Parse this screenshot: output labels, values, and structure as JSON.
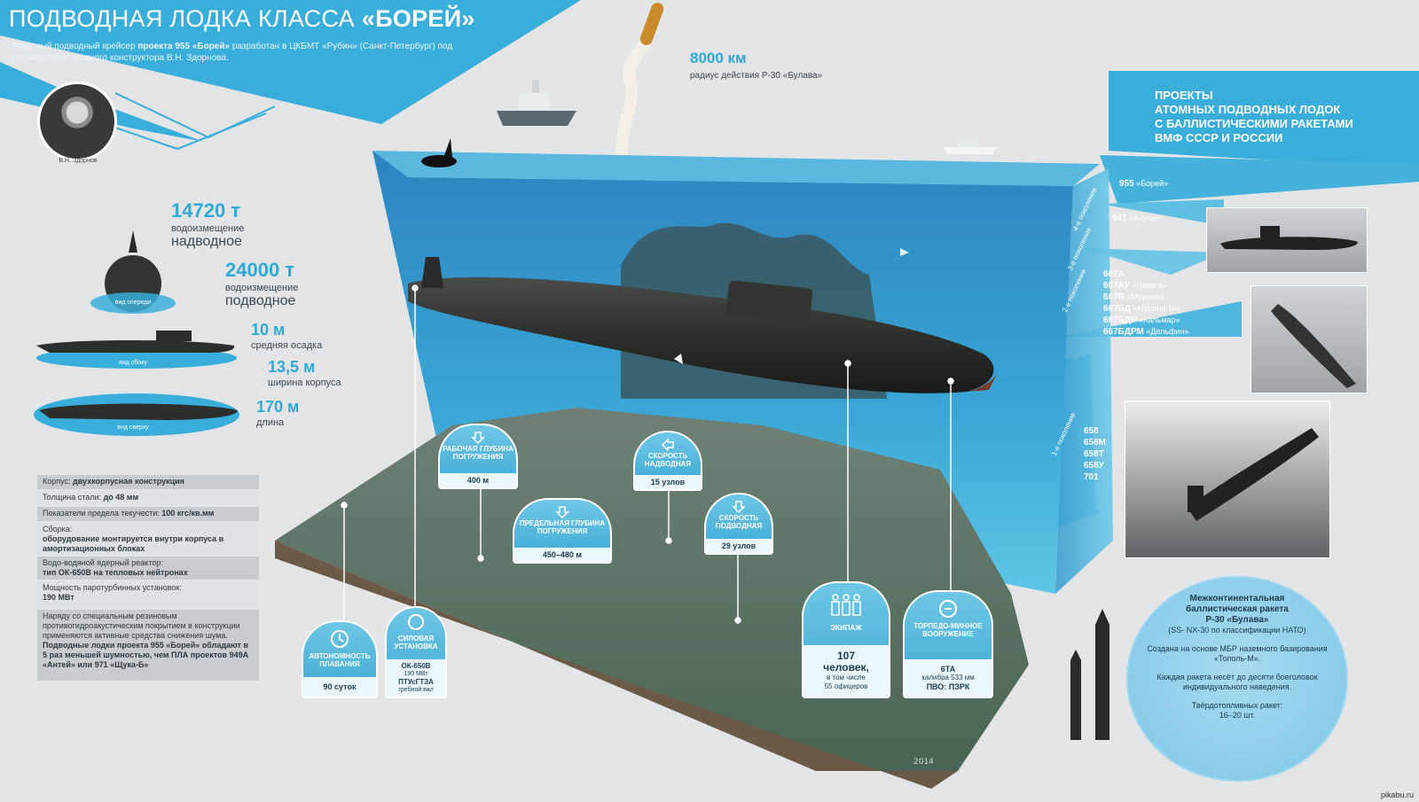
{
  "header": {
    "title_prefix": "ПОДВОДНАЯ ЛОДКА КЛАССА ",
    "title_bold": "«БОРЕЙ»",
    "desc_1": "Ракетный подводный крейсер ",
    "desc_bold": "проекта 955 «Борей»",
    "desc_2": " разработан в ЦКБМТ «Рубин» (Санкт-Петербург) под руководством  главного конструктора В.Н. Здорнова.",
    "portrait_caption": "В.Н. Здорнов"
  },
  "range": {
    "value": "8000 км",
    "label": "радиус действия Р-30 «Булава»"
  },
  "stats": {
    "disp_surface_val": "14720 т",
    "disp_surface_lab": "водоизмещение",
    "disp_surface_big": "надводное",
    "disp_sub_val": "24000 т",
    "disp_sub_lab": "водоизмещение",
    "disp_sub_big": "подводное",
    "draft_val": "10 м",
    "draft_lab": "средняя осадка",
    "width_val": "13,5 м",
    "width_lab": "ширина корпуса",
    "length_val": "170 м",
    "length_lab": "длина",
    "view_front": "вид спереди",
    "view_side": "вид сбоку",
    "view_top": "вид сверху"
  },
  "specs": {
    "hull_label": "Корпус: ",
    "hull_val": "двухкорпусная конструкция",
    "steel_label": "Толщина стали: ",
    "steel_val": "до 48 мм",
    "yield_label": "Показатели предела текучести: ",
    "yield_val": "100 кгс/кв.мм",
    "assembly_label": "Сборка:",
    "assembly_val": "оборудование монтируется внутри корпуса в амортизационных блоках",
    "reactor_label": "Водо-водяной ядерный реактор:",
    "reactor_val": "тип ОК-650В на тепловых нейтронах",
    "power_label": "Мощность паротурбинных установок:",
    "power_val": "190 МВт",
    "noise_text": "Наряду со специальным резиновым противогидроакустическим покрытием в конструкции применяются активные средства снижения шума.",
    "noise_bold": "Подводные лодки проекта 955 «Борей» обладают в 5 раз меньшей шумностью, чем ПЛА проектов 949А «Антей» или 971 «Щука-Б»"
  },
  "boxes": {
    "work_depth_title": "РАБОЧАЯ ГЛУБИНА ПОГРУЖЕНИЯ",
    "work_depth_val": "400 м",
    "max_depth_title": "ПРЕДЕЛЬНАЯ ГЛУБИНА ПОГРУЖЕНИЯ",
    "max_depth_val": "450–480 м",
    "surf_speed_title": "СКОРОСТЬ НАДВОДНАЯ",
    "surf_speed_val": "15 узлов",
    "sub_speed_title": "СКОРОСТЬ ПОДВОДНАЯ",
    "sub_speed_val": "29 узлов",
    "autonomy_title": "АВТОНОМНОСТЬ ПЛАВАНИЯ",
    "autonomy_val": "90 суток",
    "power_title": "СИЛОВАЯ УСТАНОВКА",
    "power_v1": "ОК-650В",
    "power_v2": "190 МВт",
    "power_v3": "ПТУсГТЗА",
    "power_v4": "гребной вал",
    "crew_title": "ЭКИПАЖ",
    "crew_v1": "107",
    "crew_v2": "человек,",
    "crew_v3": "в том числе",
    "crew_v4": "55 офицеров",
    "weapons_title": "ТОРПЕДО-МИННОЕ ВООРУЖЕНИЕ",
    "weapons_v1": "6ТА",
    "weapons_v2": "калибра 533 мм",
    "weapons_v3": "ПВО: ПЗРК"
  },
  "projects": {
    "title_1": "ПРОЕКТЫ",
    "title_2": "АТОМНЫХ ПОДВОДНЫХ ЛОДОК",
    "title_3": "С БАЛЛИСТИЧЕСКИМИ РАКЕТАМИ",
    "title_4": "ВМФ СССР И РОССИИ",
    "gen4": "4-е поколение",
    "gen3": "3-е поколение",
    "gen2": "2-е поколение",
    "gen1": "1-е поколение",
    "p955": "955",
    "p955n": " «Борей»",
    "p941": "941",
    "p941n": " «Акула»",
    "p667a": "667А",
    "p667au": "667АУ",
    "p667aun": " «Навага»",
    "p667b": "667Б",
    "p667bn": " «Мурена»",
    "p667bd": "667БД",
    "p667bdn": " «Мурена-М»",
    "p667bdr": "667БДР",
    "p667bdrn": " «Кальмар»",
    "p667bdrm": "667БДРМ",
    "p667bdrmn": " «Дельфин»",
    "p658": "658",
    "p658m": "658М",
    "p658t": "658Т",
    "p658u": "658У",
    "p701": "701"
  },
  "missile": {
    "title_1": "Межконтинентальная",
    "title_2": "баллистическая ракета",
    "title_3": "Р-30 «Булава»",
    "nato": "(SS- NX-30 по классификации НАТО)",
    "basis": "Создана на основе МБР наземного базирования «Тополь-М».",
    "warheads": "Каждая ракета несёт до десяти боеголовок индивидуального наведения.",
    "solid_1": "Твёрдотопливных  ракет:",
    "solid_2": "16–20 шт."
  },
  "watermark": "pikabu.ru",
  "year": "2014"
}
